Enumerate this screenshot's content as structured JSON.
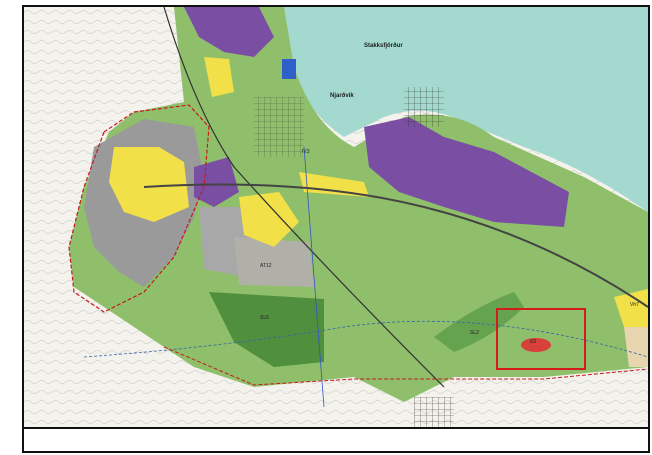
{
  "map": {
    "water_labels": {
      "fjord": "Stakksfjörður",
      "bay": "Njarðvík"
    },
    "zone_labels": {
      "es": "E5",
      "sl2": "SL2",
      "sl6": "SL6",
      "vh7": "Vh7",
      "at12": "AT12",
      "iv3": "IV3"
    },
    "colors": {
      "sea": "#a3d9cf",
      "open_land": "#8fbf6a",
      "green_area": "#5e9e4a",
      "residential": "#f1e047",
      "commercial": "#7a4ea3",
      "industrial": "#9a9a9a",
      "highlight_box": "#d51a1a",
      "highlight_zone": "#d8403a",
      "beige": "#e8d6b0"
    }
  }
}
